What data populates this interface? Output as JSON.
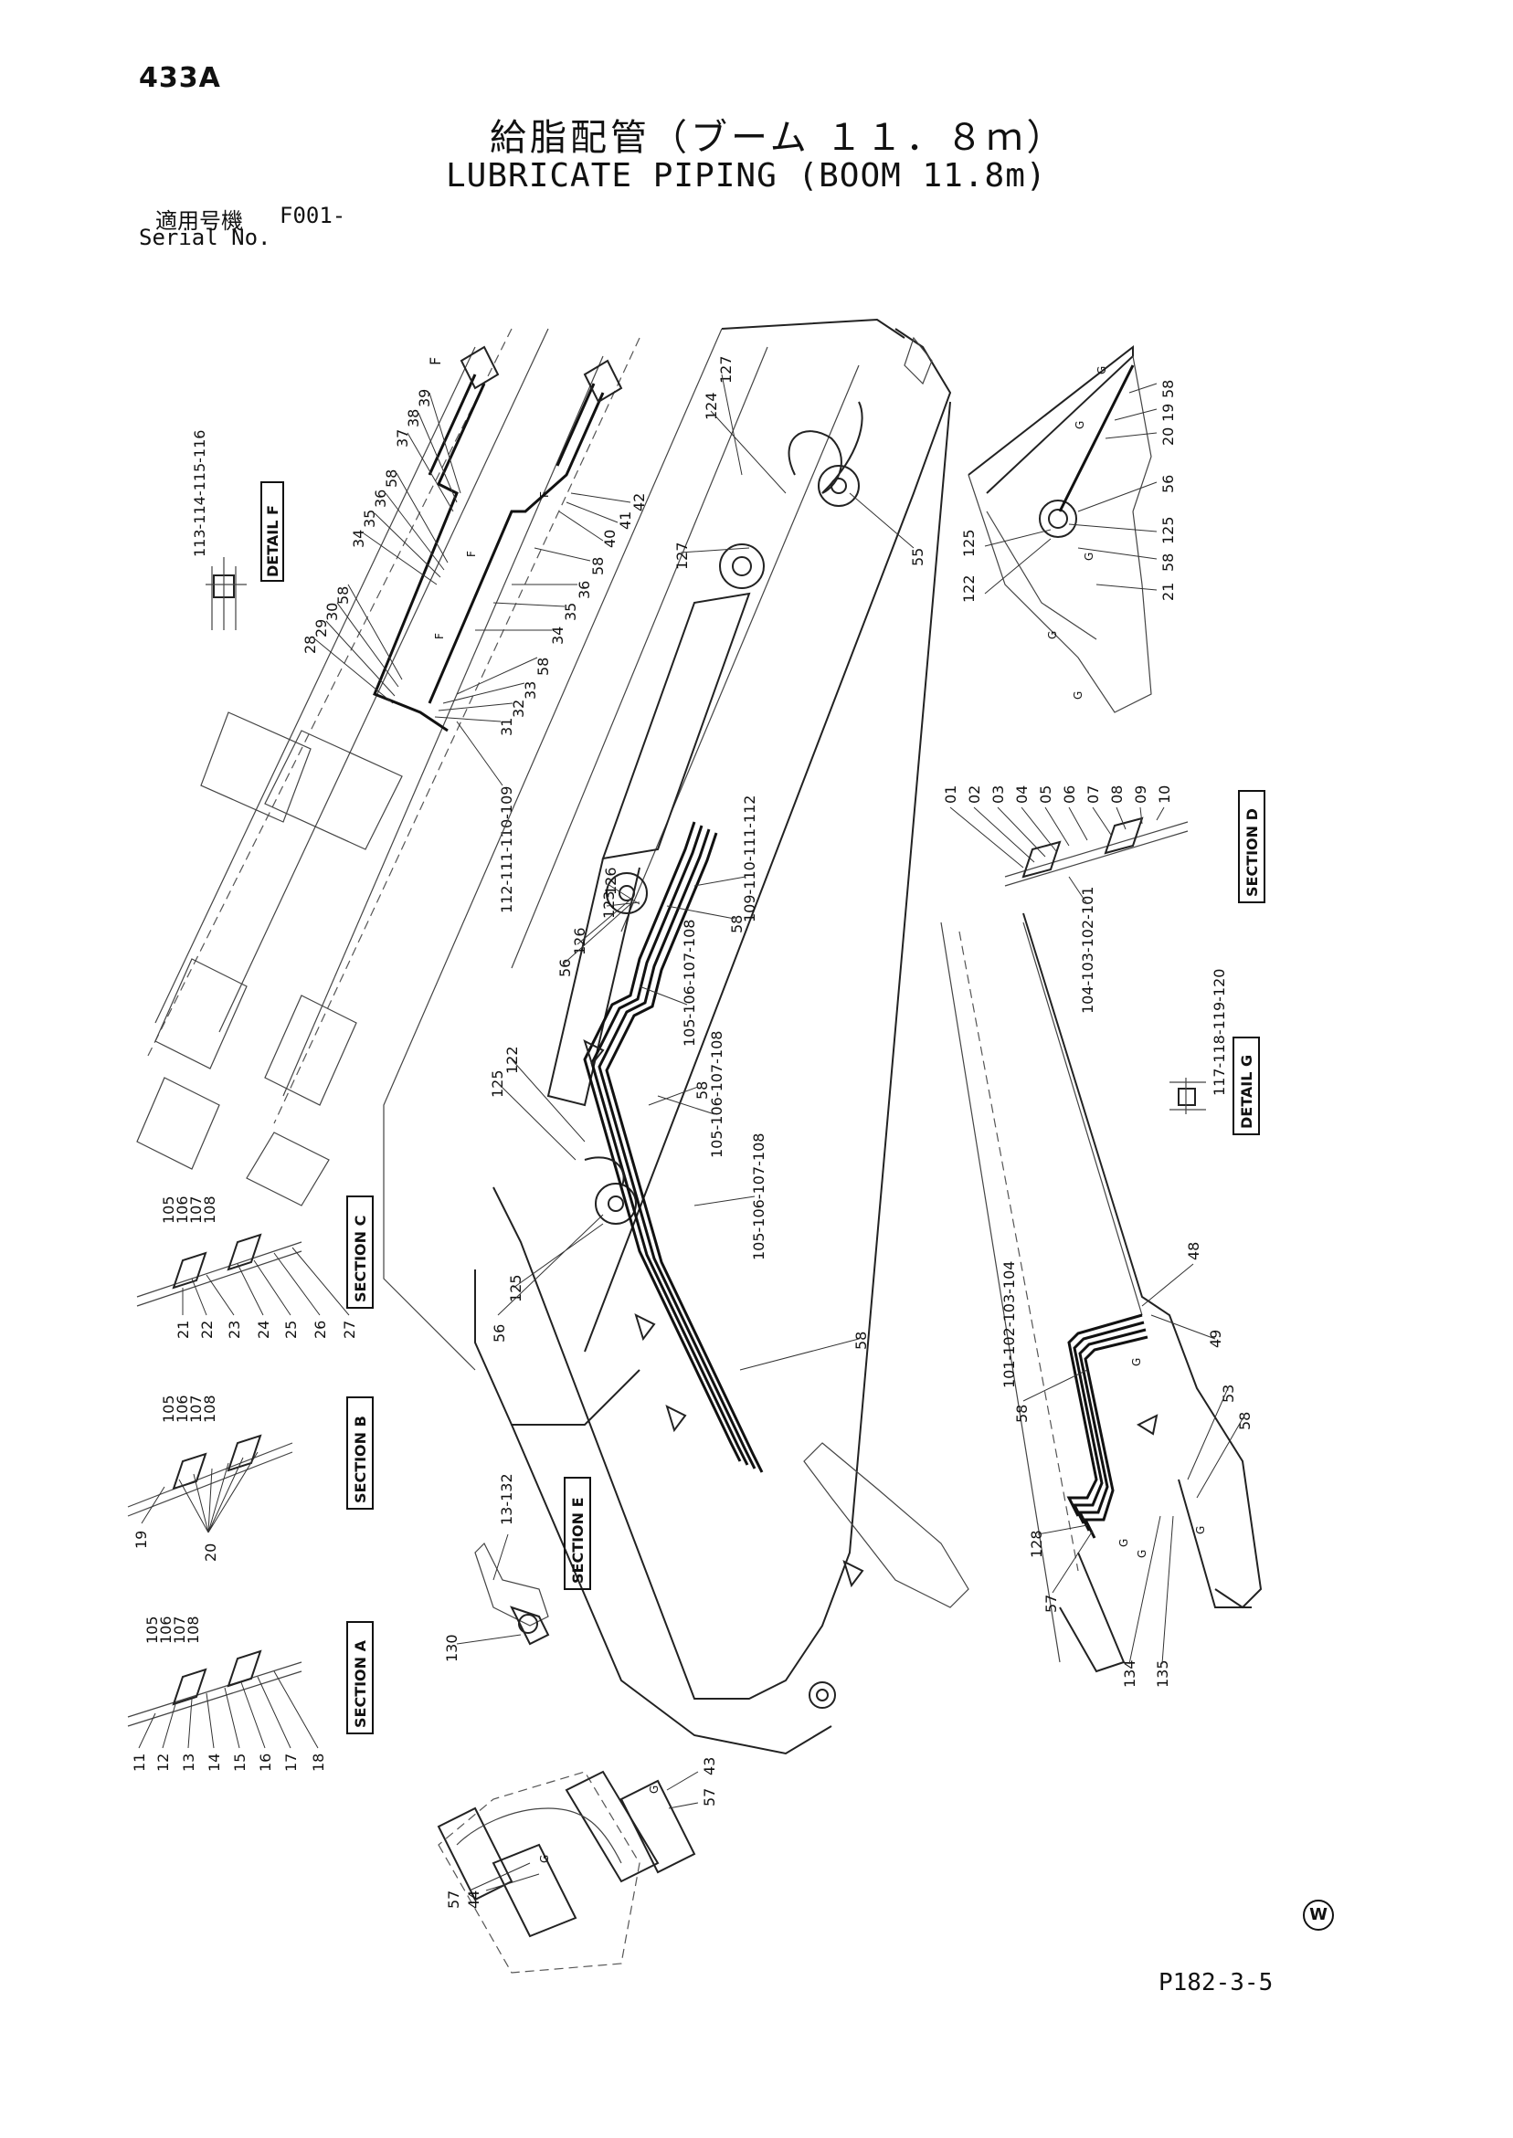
{
  "header": {
    "page_code": "433A",
    "title_jp": "給脂配管（ブーム １１．８ｍ）",
    "title_en": "LUBRICATE PIPING (BOOM 11.8m)",
    "serial_label_jp": "適用号機",
    "serial_model": "F001-",
    "serial_label_en": "Serial No."
  },
  "footer": {
    "page_number": "P182-3-5",
    "mark": "W"
  },
  "section_labels": {
    "detail_f": "DETAIL F",
    "detail_g": "DETAIL G",
    "section_a": "SECTION A",
    "section_b": "SECTION B",
    "section_c": "SECTION C",
    "section_d": "SECTION D",
    "section_e": "SECTION E"
  },
  "callouts": {
    "detail_f_parts": "113-114-115-116",
    "detail_g_parts": "117-118-119-120",
    "pipe_bundle_1": "112-111-110-109",
    "pipe_bundle_2": "109-110-111-112",
    "pipe_bundle_3": "105-106-107-108",
    "pipe_bundle_4": "105-106-107-108",
    "pipe_bundle_5": "105-106-107-108",
    "pipe_bundle_6": "104-103-102-101",
    "pipe_bundle_7": "101-102-103-104",
    "sec_e_part": "13-132",
    "section_header_abc": [
      "105",
      "106",
      "107",
      "108"
    ],
    "section_a_nums": [
      "11",
      "12",
      "13",
      "14",
      "15",
      "16",
      "17",
      "18"
    ],
    "section_b_nums": [
      "19",
      "20"
    ],
    "section_c_nums": [
      "21",
      "22",
      "23",
      "24",
      "25",
      "26",
      "27"
    ],
    "section_d_nums": [
      "01",
      "02",
      "03",
      "04",
      "05",
      "06",
      "07",
      "08",
      "09",
      "10"
    ],
    "upper_arm_nums": [
      "28",
      "29",
      "30",
      "58",
      "34",
      "35",
      "36",
      "58",
      "37",
      "38",
      "39",
      "F",
      "42",
      "41",
      "40",
      "58",
      "36",
      "35",
      "34",
      "58",
      "33",
      "32",
      "31",
      "F",
      "F",
      "F"
    ],
    "boom_nums": [
      "127",
      "124",
      "55",
      "127",
      "126",
      "56",
      "126",
      "123",
      "58",
      "122",
      "125",
      "58",
      "56",
      "125",
      "58",
      "130"
    ],
    "upper_right_nums": [
      "G",
      "58",
      "19",
      "20",
      "56",
      "125",
      "58",
      "21",
      "125",
      "122",
      "G",
      "G",
      "G",
      "G"
    ],
    "lower_right_nums": [
      "48",
      "49",
      "G",
      "58",
      "128",
      "57",
      "G",
      "G",
      "53",
      "58",
      "134",
      "135",
      "G"
    ],
    "bottom_nums": [
      "43",
      "57",
      "G",
      "57",
      "44",
      "G"
    ]
  }
}
